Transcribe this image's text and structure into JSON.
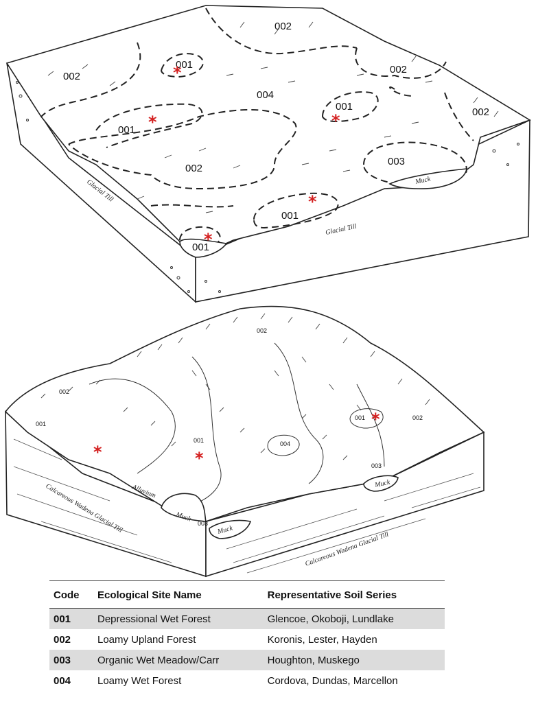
{
  "top_block": {
    "labels": [
      "002",
      "002",
      "001",
      "002",
      "004",
      "001",
      "001",
      "002",
      "002",
      "003",
      "001",
      "001"
    ],
    "geology": {
      "left": "Glacial Till",
      "front": "Glacial Till",
      "muck": "Muck"
    }
  },
  "bottom_block": {
    "labels": [
      "002",
      "002",
      "001",
      "001",
      "004",
      "001",
      "002",
      "003",
      "003"
    ],
    "geology": {
      "alluvium": "Alluvium",
      "left": "Calcareous Wadena Glacial Till",
      "front": "Calcareous Wadena Glacial Till",
      "muck_front": "Muck",
      "muck_left": "Muck",
      "muck_right": "Muck"
    }
  },
  "legend": {
    "headers": {
      "code": "Code",
      "name": "Ecological Site Name",
      "soils": "Representative Soil Series"
    },
    "rows": [
      {
        "code": "001",
        "name": "Depressional Wet Forest",
        "soils": "Glencoe, Okoboji, Lundlake"
      },
      {
        "code": "002",
        "name": "Loamy Upland Forest",
        "soils": "Koronis, Lester, Hayden"
      },
      {
        "code": "003",
        "name": "Organic Wet Meadow/Carr",
        "soils": "Houghton, Muskego"
      },
      {
        "code": "004",
        "name": "Loamy Wet Forest",
        "soils": "Cordova, Dundas, Marcellon"
      }
    ]
  },
  "marker_symbol": "*"
}
